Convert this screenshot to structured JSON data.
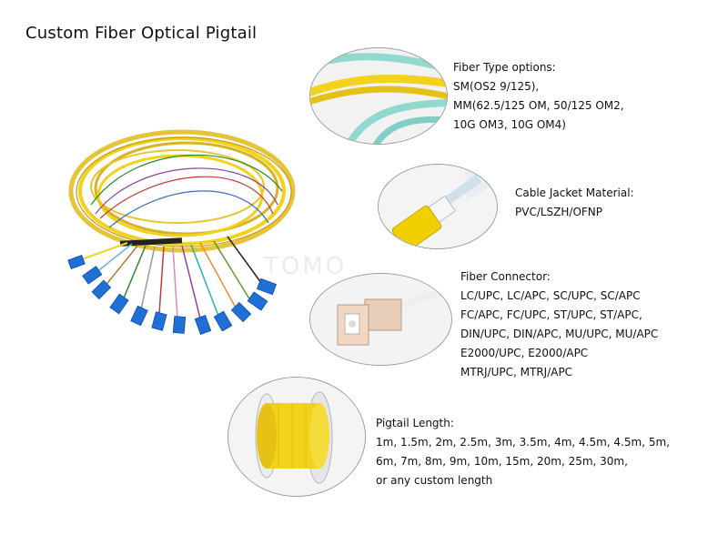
{
  "page": {
    "title": "Custom Fiber Optical Pigtail",
    "watermark": "TOMO"
  },
  "sections": {
    "fiber_type": {
      "heading": "Fiber Type options:",
      "lines": [
        "SM(OS2 9/125),",
        "MM(62.5/125 OM, 50/125 OM2,",
        "10G OM3, 10G OM4)"
      ]
    },
    "jacket": {
      "heading": "Cable Jacket Material:",
      "lines": [
        "PVC/LSZH/OFNP"
      ]
    },
    "connector": {
      "heading": "Fiber Connector:",
      "lines": [
        "LC/UPC, LC/APC, SC/UPC, SC/APC",
        "FC/APC, FC/UPC, ST/UPC, ST/APC,",
        "DIN/UPC, DIN/APC, MU/UPC, MU/APC",
        "E2000/UPC, E2000/APC",
        "MTRJ/UPC, MTRJ/APC"
      ]
    },
    "length": {
      "heading": "Pigtail Length:",
      "lines": [
        "1m, 1.5m, 2m, 2.5m, 3m, 3.5m, 4m, 4.5m, 4.5m, 5m,",
        "6m, 7m, 8m, 9m, 10m, 15m, 20m, 25m, 30m,",
        "or any custom length"
      ]
    }
  },
  "colors": {
    "fiber_yellow": "#f2d21a",
    "fiber_aqua": "#8fd9cf",
    "connector_blue": "#1f6fd6",
    "connector_beige": "#e8cdb8"
  }
}
